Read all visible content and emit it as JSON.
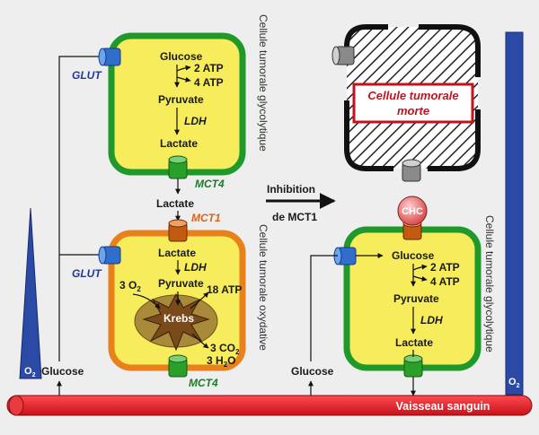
{
  "colors": {
    "background": "#eeeeee",
    "cell_fill": "#f6ec5c",
    "glycolytic_border": "#1f9a2a",
    "oxidative_border": "#e8801c",
    "vessel": "#e0202a",
    "oxygen": "#2a4aa6",
    "krebs": "#a88a3a",
    "label_blue": "#1f3a9a",
    "label_green": "#1f7a2a",
    "label_orange": "#d8641a",
    "dead_border": "#c0141e",
    "chc": "#e86060"
  },
  "icons": {
    "glut_transporter": "blue-cylinder-icon",
    "mct4_transporter": "green-cylinder-icon",
    "mct1_transporter": "orange-cylinder-icon",
    "blocked_transporter": "grey-cylinder-icon",
    "chc_inhibitor": "red-sphere-icon",
    "krebs": "star-burst-icon",
    "oxygen_gradient": "triangle-wedge-icon"
  },
  "cell_top_left": {
    "side_label": "Cellule tumorale glycolytique",
    "transporter_in": "GLUT",
    "glucose": "Glucose",
    "atp_produced": "2 ATP",
    "atp_consumed": "4 ATP",
    "pyruvate": "Pyruvate",
    "enzyme": "LDH",
    "lactate": "Lactate",
    "transporter_out": "MCT4"
  },
  "between": {
    "lactate": "Lactate",
    "transporter": "MCT1"
  },
  "cell_bottom_left": {
    "side_label": "Cellule tumorale oxydative",
    "transporter_in": "GLUT",
    "lactate": "Lactate",
    "enzyme": "LDH",
    "pyruvate": "Pyruvate",
    "oxygen_in": "3 O",
    "oxygen_in_sub": "2",
    "atp": "18 ATP",
    "cycle": "Krebs",
    "co2": "3 CO",
    "co2_sub": "2",
    "h2o": "3 H",
    "h2o_sub": "2",
    "h2o_end": "O",
    "transporter_out": "MCT4"
  },
  "inhibition": {
    "line1": "Inhibition",
    "line2": "de MCT1"
  },
  "dead_cell": {
    "label_line1": "Cellule tumorale",
    "label_line2": "morte"
  },
  "inhibitor": {
    "label": "CHC"
  },
  "cell_right": {
    "side_label": "Cellule tumorale glycolytique",
    "glucose": "Glucose",
    "atp_produced": "2 ATP",
    "atp_consumed": "4 ATP",
    "pyruvate": "Pyruvate",
    "enzyme": "LDH",
    "lactate": "Lactate"
  },
  "outside": {
    "glucose_left": "Glucose",
    "glucose_right": "Glucose",
    "o2_left": "O",
    "o2_left_sub": "2",
    "o2_right": "O",
    "o2_right_sub": "2"
  },
  "vessel": {
    "label": "Vaisseau sanguin"
  }
}
